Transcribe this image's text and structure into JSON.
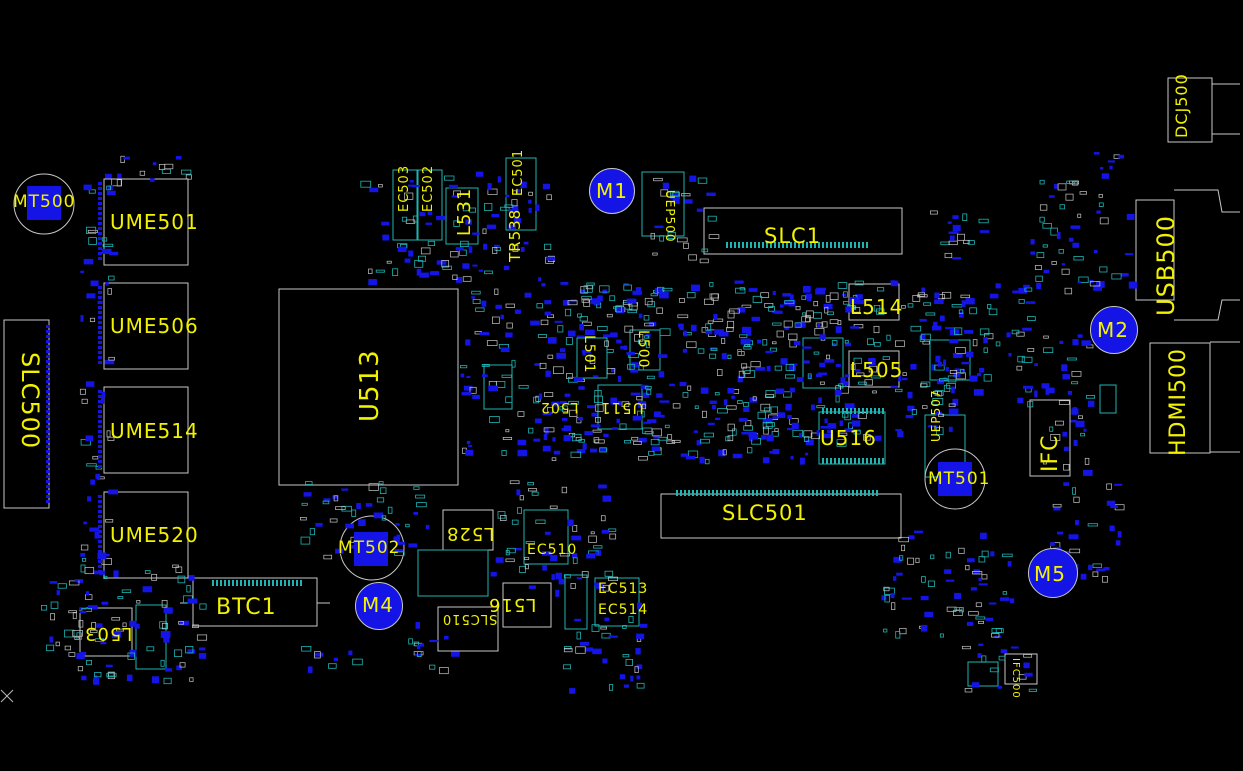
{
  "viewer": {
    "background": "#000000",
    "silkscreen_color": "#f2f200",
    "pad_color": "#1414e6",
    "outline_color": "#c8c8c8",
    "trace_color": "#1fb4b4",
    "crosshair_icon": "crosshair-icon"
  },
  "components": {
    "mt500": "MT500",
    "ume501": "UME501",
    "ume506": "UME506",
    "ume514": "UME514",
    "ume520": "UME520",
    "slc500": "SLC500",
    "u513": "U513",
    "l531": "L531",
    "ec503": "EC503",
    "ec502": "EC502",
    "tr538": "TR538",
    "ec501": "EC501",
    "m1": "M1",
    "uep500": "UEP500",
    "slc1": "SLC1",
    "l514": "L514",
    "l505": "L505",
    "u516": "U516",
    "u511": "U511",
    "l501": "L501",
    "l500": "L500",
    "l502": "L502",
    "slc501": "SLC501",
    "mt501": "MT501",
    "uep507": "UEP507",
    "ifc": "IFC",
    "m2": "M2",
    "usb500": "USB500",
    "hdmi500": "HDMI500",
    "dcj500": "DCJ500",
    "m5": "M5",
    "mt502": "MT502",
    "l528": "L528",
    "ec510": "EC510",
    "m4": "M4",
    "l516": "L516",
    "ec513": "EC513",
    "ec514": "EC514",
    "btc1": "BTC1",
    "l503": "L503",
    "ifc500": "IFC500",
    "slc510": "SLC510"
  }
}
